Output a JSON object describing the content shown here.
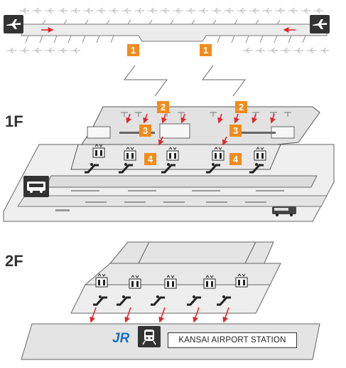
{
  "floors": {
    "first": "1F",
    "second": "2F"
  },
  "steps": {
    "one": "1",
    "two": "2",
    "three": "3",
    "four": "4"
  },
  "station": {
    "operator": "JR",
    "name": "KANSAI AIRPORT STATION"
  },
  "icons": {
    "airplane": "airplane-icon",
    "bus": "bus-icon",
    "elevator": "elevator-icon",
    "escalator": "escalator-icon",
    "train": "train-icon"
  },
  "colors": {
    "step_badge": "#f08c1e",
    "route_arrow": "#e0262d",
    "floor_fill": "#e8e8e8",
    "outline": "#555555",
    "jr_blue": "#1b6ec2"
  }
}
